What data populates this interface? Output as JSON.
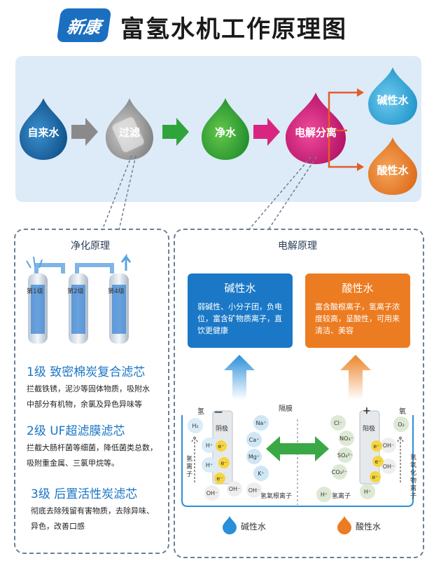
{
  "header": {
    "logo_text": "新康",
    "title": "富氢水机工作原理图"
  },
  "flow": {
    "tap_water": "自来水",
    "filter": "过滤",
    "pure_water": "净水",
    "electrolysis": "电解分离",
    "alkaline": "碱性水",
    "acidic": "酸性水",
    "colors": {
      "tap": "#1c6fae",
      "filter": "#9a9a9a",
      "pure": "#35a838",
      "electro": "#d6207c",
      "alkaline": "#35a9d8",
      "acidic": "#e8842c"
    }
  },
  "purify": {
    "title": "净化原理",
    "stage_labels": [
      "第1级",
      "第2级",
      "第4级"
    ],
    "levels": [
      {
        "title": "1级  致密棉炭复合滤芯",
        "lines": [
          "拦截铁锈，泥沙等固体物质，吸附水",
          "中部分有机物，余氯及异色异味等"
        ]
      },
      {
        "title": "2级  UF超滤膜滤芯",
        "lines": [
          "拦截大肠杆菌等细菌，降低菌类总数，",
          "吸附重金属、三氯甲烷等。"
        ]
      },
      {
        "title": "3级  后置活性炭滤芯",
        "lines": [
          "彻底去除残留有害物质，去除异味、",
          "异色，改善口感"
        ]
      }
    ]
  },
  "electro": {
    "title": "电解原理",
    "alkaline_card": {
      "title": "碱性水",
      "text": "弱碱性、小分子团，负电位，富含矿物质离子，直饮更健康"
    },
    "acidic_card": {
      "title": "酸性水",
      "text": "富含酸根离子，氢离子浓度较高，呈酸性，可用来清洁、美容"
    },
    "membrane": "隔膜",
    "hydrogen": "氢",
    "oxygen": "氧",
    "cathode": "阴极",
    "anode": "阳极",
    "cathode_sign": "—",
    "anode_sign": "+",
    "hydrogen_ion": "氢离子",
    "hydroxide_ion": "氢氧根离子",
    "hydrogen_ion2": "氢离子",
    "oxide_ion": "氢氧化物离子",
    "ions_left": [
      "H₂",
      "H⁺",
      "H⁺",
      "e⁻",
      "e⁻",
      "e⁻",
      "Na⁺",
      "Ca⁺",
      "Mg⁺",
      "K⁺",
      "OH⁻",
      "OH⁻",
      "OH⁻"
    ],
    "ions_right": [
      "O₂",
      "Cl⁻",
      "NO₃⁻",
      "SO₄²⁻",
      "CO₃²⁻",
      "OH⁻",
      "OH⁻",
      "H⁺",
      "H⁺",
      "e⁻",
      "e⁻",
      "e⁻"
    ],
    "legend_alkaline": "碱性水",
    "legend_acidic": "酸性水"
  }
}
